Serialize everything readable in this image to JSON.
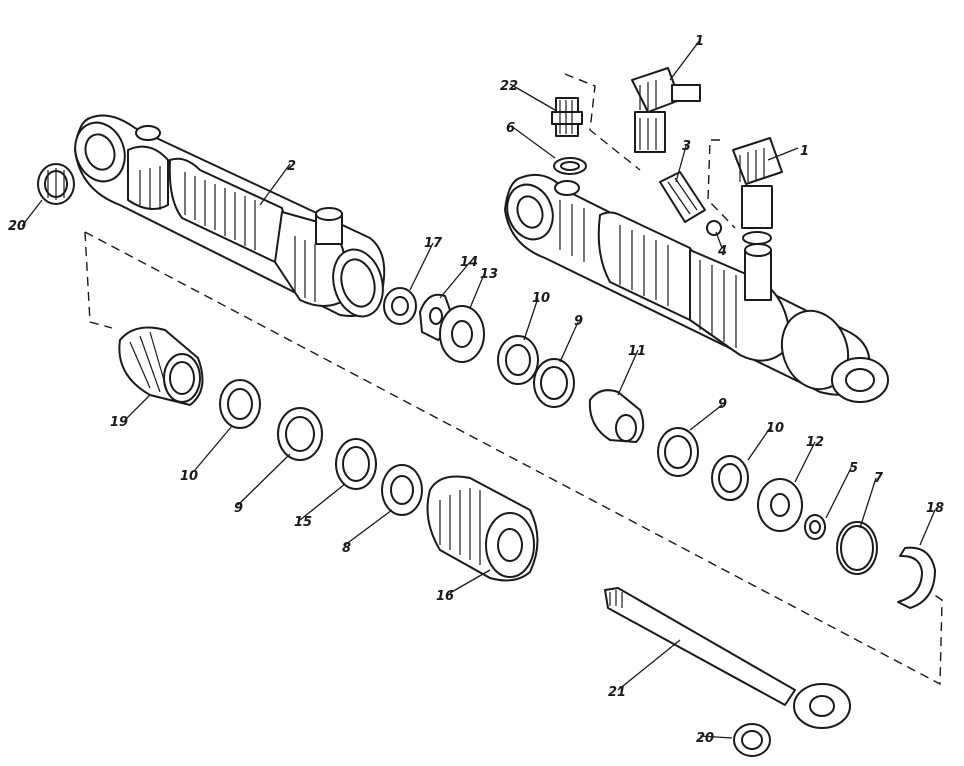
{
  "callouts": {
    "c1a": "1",
    "c1b": "1",
    "c2": "2",
    "c3": "3",
    "c4": "4",
    "c5": "5",
    "c6": "6",
    "c7": "7",
    "c8": "8",
    "c9a": "9",
    "c9b": "9",
    "c9c": "9",
    "c10a": "10",
    "c10b": "10",
    "c10c": "10",
    "c11": "11",
    "c12": "12",
    "c13": "13",
    "c14": "14",
    "c15": "15",
    "c16": "16",
    "c17": "17",
    "c18": "18",
    "c19": "19",
    "c20a": "20",
    "c20b": "20",
    "c21": "21",
    "c22": "22"
  }
}
